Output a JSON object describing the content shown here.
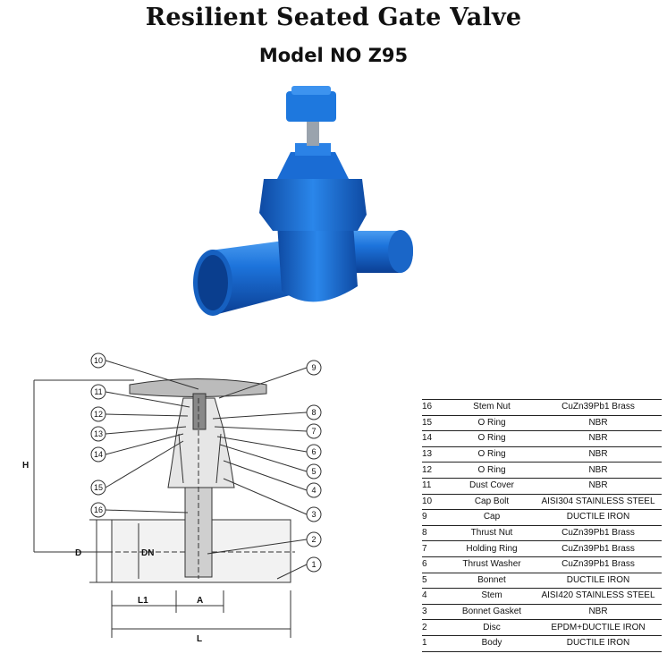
{
  "header": {
    "title": "Resilient Seated Gate Valve",
    "model": "Model NO Z95"
  },
  "colors": {
    "valve_blue": "#1b6fd6",
    "valve_dark": "#0f4fa8",
    "line": "#333333"
  },
  "drawing": {
    "callouts": [
      "10",
      "11",
      "12",
      "13",
      "14",
      "15",
      "16",
      "9",
      "8",
      "7",
      "6",
      "5",
      "4",
      "3",
      "2",
      "1"
    ],
    "dims": {
      "H": "H",
      "D": "D",
      "DN": "DN",
      "L1": "L1",
      "A": "A",
      "L": "L"
    }
  },
  "parts": [
    {
      "no": "16",
      "name": "Stem Nut",
      "material": "CuZn39Pb1 Brass"
    },
    {
      "no": "15",
      "name": "O Ring",
      "material": "NBR"
    },
    {
      "no": "14",
      "name": "O Ring",
      "material": "NBR"
    },
    {
      "no": "13",
      "name": "O Ring",
      "material": "NBR"
    },
    {
      "no": "12",
      "name": "O Ring",
      "material": "NBR"
    },
    {
      "no": "11",
      "name": "Dust Cover",
      "material": "NBR"
    },
    {
      "no": "10",
      "name": "Cap Bolt",
      "material": "AISI304 STAINLESS STEEL"
    },
    {
      "no": "9",
      "name": "Cap",
      "material": "DUCTILE IRON"
    },
    {
      "no": "8",
      "name": "Thrust Nut",
      "material": "CuZn39Pb1 Brass"
    },
    {
      "no": "7",
      "name": "Holding Ring",
      "material": "CuZn39Pb1 Brass"
    },
    {
      "no": "6",
      "name": "Thrust Washer",
      "material": "CuZn39Pb1 Brass"
    },
    {
      "no": "5",
      "name": "Bonnet",
      "material": "DUCTILE IRON"
    },
    {
      "no": "4",
      "name": "Stem",
      "material": "AISI420 STAINLESS STEEL"
    },
    {
      "no": "3",
      "name": "Bonnet Gasket",
      "material": "NBR"
    },
    {
      "no": "2",
      "name": "Disc",
      "material": "EPDM+DUCTILE IRON"
    },
    {
      "no": "1",
      "name": "Body",
      "material": "DUCTILE IRON"
    }
  ]
}
